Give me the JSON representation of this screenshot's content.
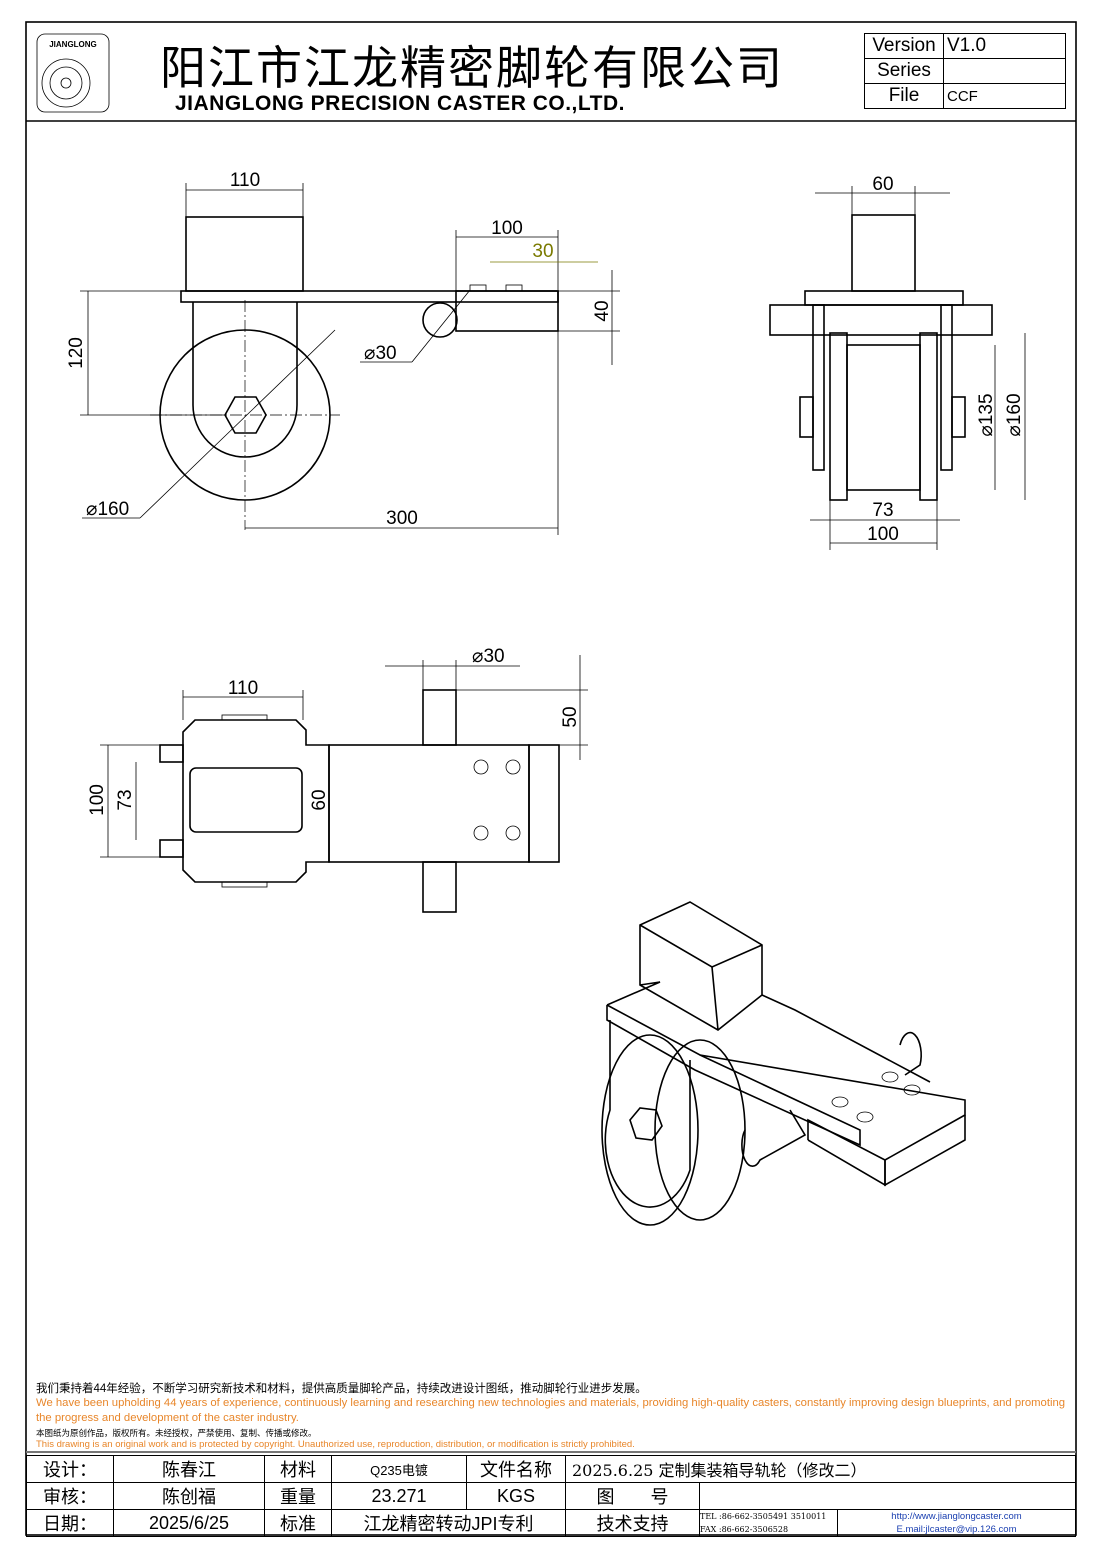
{
  "header": {
    "logo_text": "JIANGLONG",
    "company_cn": "阳江市江龙精密脚轮有限公司",
    "company_en": "JIANGLONG PRECISION CASTER CO.,LTD.",
    "info": [
      {
        "label": "Version",
        "value": "V1.0"
      },
      {
        "label": "Series",
        "value": ""
      },
      {
        "label": "File",
        "value": "CCF"
      }
    ]
  },
  "drawing": {
    "side_view": {
      "d110": "110",
      "d100": "100",
      "d30": "30",
      "d40": "40",
      "d120": "120",
      "phi30": "⌀30",
      "phi160": "⌀160",
      "d300": "300"
    },
    "front_view": {
      "d60": "60",
      "phi135": "⌀135",
      "phi160": "⌀160",
      "d73": "73",
      "d100": "100"
    },
    "top_view": {
      "d110": "110",
      "phi30": "⌀30",
      "d50": "50",
      "d100": "100",
      "d73": "73",
      "d60": "60"
    }
  },
  "footer": {
    "slogan_cn": "我们秉持着44年经验，不断学习研究新技术和材料，提供高质量脚轮产品，持续改进设计图纸，推动脚轮行业进步发展。",
    "slogan_en": "We have been upholding 44 years of experience, continuously learning and researching new technologies and materials, providing high-quality casters, constantly improving design blueprints, and promoting the progress and development of the caster industry.",
    "copyright_cn": "本图纸为原创作品，版权所有。未经授权，严禁使用、复制、传播或修改。",
    "copyright_en": "This drawing is an original work and is protected by copyright. Unauthorized use, reproduction, distribution, or modification is strictly prohibited."
  },
  "title_block": {
    "design_label": "设计：",
    "designer": "陈春江",
    "material_label": "材料",
    "material": "Q235电镀",
    "filename_label": "文件名称",
    "filename": "2025.6.25 定制集装箱导轨轮（修改二）",
    "review_label": "审核：",
    "reviewer": "陈创福",
    "weight_label": "重量",
    "weight": "23.271",
    "weight_unit": "KGS",
    "drawing_no_label": "图　　号",
    "drawing_no": "",
    "date_label": "日期：",
    "date": "2025/6/25",
    "standard_label": "标准",
    "standard": "江龙精密转动JPI专利",
    "support_label": "技术支持",
    "tel": "TEL :86-662-3505491 3510011",
    "fax": "FAX :86-662-3506528",
    "website": "http://www.jianglongcaster.com",
    "email": "E.mail:jlcaster@vip.126.com"
  }
}
